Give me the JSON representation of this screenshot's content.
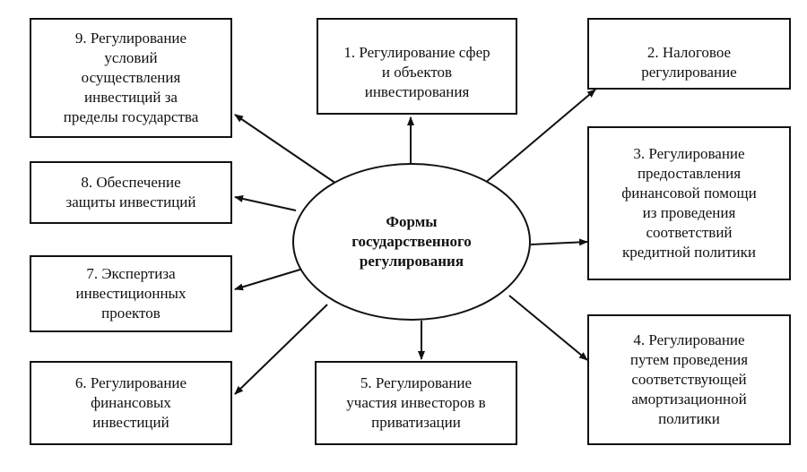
{
  "center": {
    "label": "Формы\nгосударственного\nрегулирования"
  },
  "boxes": [
    {
      "label": "1. Регулирование сфер\nи объектов\nинвестирования"
    },
    {
      "label": "2. Налоговое\nрегулирование"
    },
    {
      "label": "3. Регулирование\nпредоставления\nфинансовой помощи\nиз проведения\nсоответствий\nкредитной политики"
    },
    {
      "label": "4. Регулирование\nпутем проведения\nсоответствующей\nамортизационной\nполитики"
    },
    {
      "label": "5. Регулирование\nучастия инвесторов в\nприватизации"
    },
    {
      "label": "6. Регулирование\nфинансовых\nинвестиций"
    },
    {
      "label": "7. Экспертиза\nинвестиционных\nпроектов"
    },
    {
      "label": "8. Обеспечение\nзащиты инвестиций"
    },
    {
      "label": "9. Регулирование\nусловий\nосуществления\nинвестиций за\nпределы государства"
    }
  ]
}
